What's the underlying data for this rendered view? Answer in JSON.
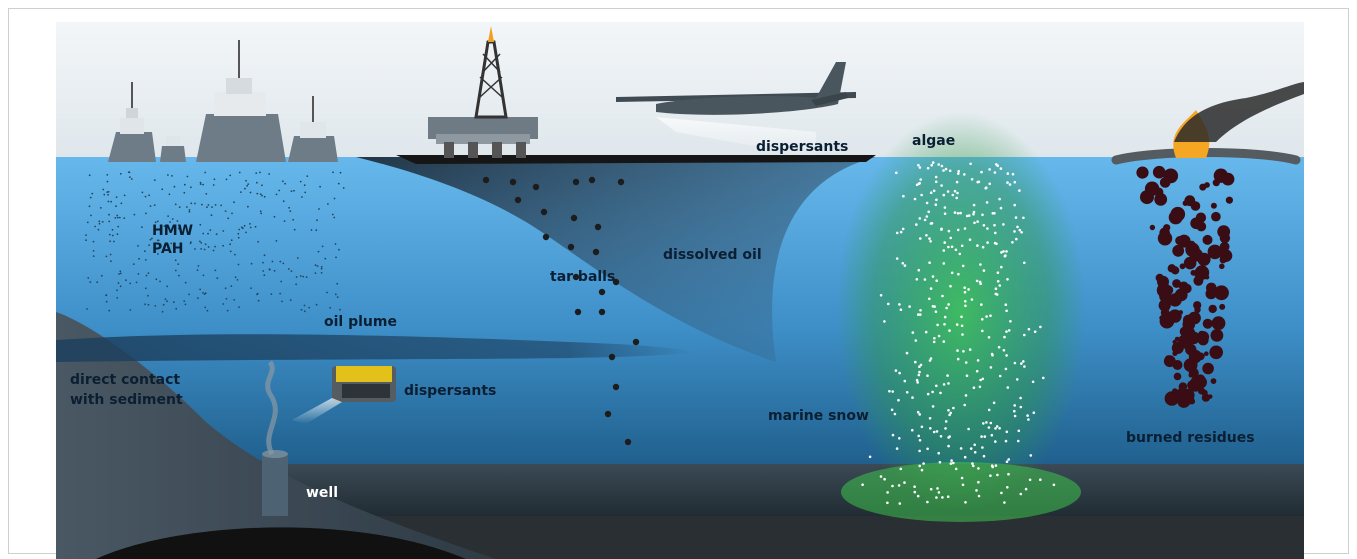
{
  "labels": {
    "hmw_pah_line1": "HMW",
    "hmw_pah_line2": "PAH",
    "tar_balls": "tar balls",
    "dissolved_oil": "dissolved oil",
    "oil_plume": "oil plume",
    "direct_contact_line1": "direct contact",
    "direct_contact_line2": "with sediment",
    "dispersants_subsea": "dispersants",
    "dispersants_aerial": "dispersants",
    "algae": "algae",
    "marine_snow": "marine snow",
    "burned_residues": "burned residues",
    "well": "well"
  },
  "colors": {
    "sky": "#e9eef2",
    "ocean_top": "#5fb2e8",
    "ocean_bottom": "#1f5f8c",
    "seafloor": "#2a3640",
    "oil": "#1a1a1a",
    "algae_green": "#36b24a",
    "residue": "#3a0d14",
    "fire": "#f5a623"
  },
  "icons": [
    "boat-icon",
    "oil-rig-icon",
    "airplane-icon",
    "rov-icon",
    "fire-boom-icon",
    "well-icon"
  ]
}
